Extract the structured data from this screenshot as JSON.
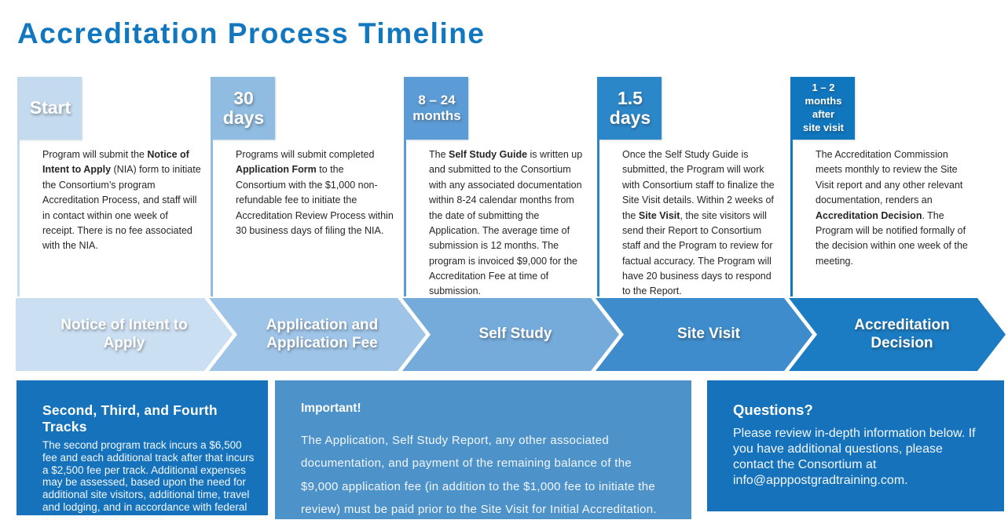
{
  "title": "Accreditation Process Timeline",
  "title_color": "#1177BE",
  "steps": [
    {
      "badge": "Start",
      "badge_color": "#C4DAEE",
      "chevron_color": "#CBDFF2",
      "name": "Notice of Intent to\nApply",
      "description": [
        {
          "t": "Program will submit the "
        },
        {
          "t": "Notice of Intent to Apply",
          "b": true
        },
        {
          "t": " (NIA) form to initiate the Consortium’s program Accreditation Process, and staff will in contact within one week of receipt. There is no fee associated with the NIA."
        }
      ]
    },
    {
      "badge": "30\ndays",
      "badge_color": "#8FBCE0",
      "chevron_color": "#9EC4E8",
      "name": "Application and\nApplication Fee",
      "description": [
        {
          "t": "Programs will submit completed "
        },
        {
          "t": "Application Form",
          "b": true
        },
        {
          "t": " to the Consortium with the $1,000 non-refundable fee to initiate the Accreditation Review Process within 30 business days of filing the NIA."
        }
      ]
    },
    {
      "badge": "8 – 24\nmonths",
      "badge_color": "#5C9CD6",
      "chevron_color": "#74ABDB",
      "name": "Self Study",
      "description": [
        {
          "t": "The "
        },
        {
          "t": "Self Study Guide",
          "b": true
        },
        {
          "t": " is written up and submitted to the Consortium with any associated documentation within 8-24 calendar months from the date of submitting the Application. The average time of submission is 12 months. The program is invoiced $9,000 for the Accreditation Fee at time of submission."
        }
      ]
    },
    {
      "badge": "1.5\ndays",
      "badge_color": "#2C87C9",
      "chevron_color": "#3E8CCB",
      "name": "Site Visit",
      "description": [
        {
          "t": "Once the Self Study Guide is submitted, the Program will work with Consortium staff to finalize the Site Visit details. Within 2 weeks of the "
        },
        {
          "t": "Site Visit",
          "b": true
        },
        {
          "t": ", the site visitors will send their Report to Consortium staff and the Program to review for factual accuracy. The Program will have 20 business days to respond to the Report."
        }
      ]
    },
    {
      "badge": "1 – 2\nmonths\nafter\nsite visit",
      "badge_color": "#1077BE",
      "chevron_color": "#1B7CC3",
      "name": "Accreditation\nDecision",
      "description": [
        {
          "t": "The Accreditation Commission meets monthly to review the Site Visit report and any other relevant documentation, renders an "
        },
        {
          "t": "Accreditation Decision",
          "b": true
        },
        {
          "t": ". The Program will be notified formally of the decision within one week of the meeting."
        }
      ]
    }
  ],
  "notes": [
    {
      "heading": "Second, Third, and Fourth Tracks",
      "body": "The second program track incurs a $6,500 fee and each additional track after that incurs a $2,500 fee per track. Additional expenses may be assessed, based upon the need for additional site visitors, additional time, travel and lodging, and in accordance with federal guidelines when available",
      "bg": "#1673BB"
    },
    {
      "heading": "Important!",
      "body": "The Application, Self Study Report, any other associated documentation, and payment of the remaining balance of the $9,000 application fee (in addition to the $1,000 fee to initiate the review) must be paid prior to the Site Visit for Initial Accreditation.",
      "bg": "#4E92CA"
    },
    {
      "heading": "Questions?",
      "body": "Please review in-depth information below. If you have additional questions, please contact the Consortium at info@apppostgradtraining.com.",
      "bg": "#1673BB"
    }
  ]
}
